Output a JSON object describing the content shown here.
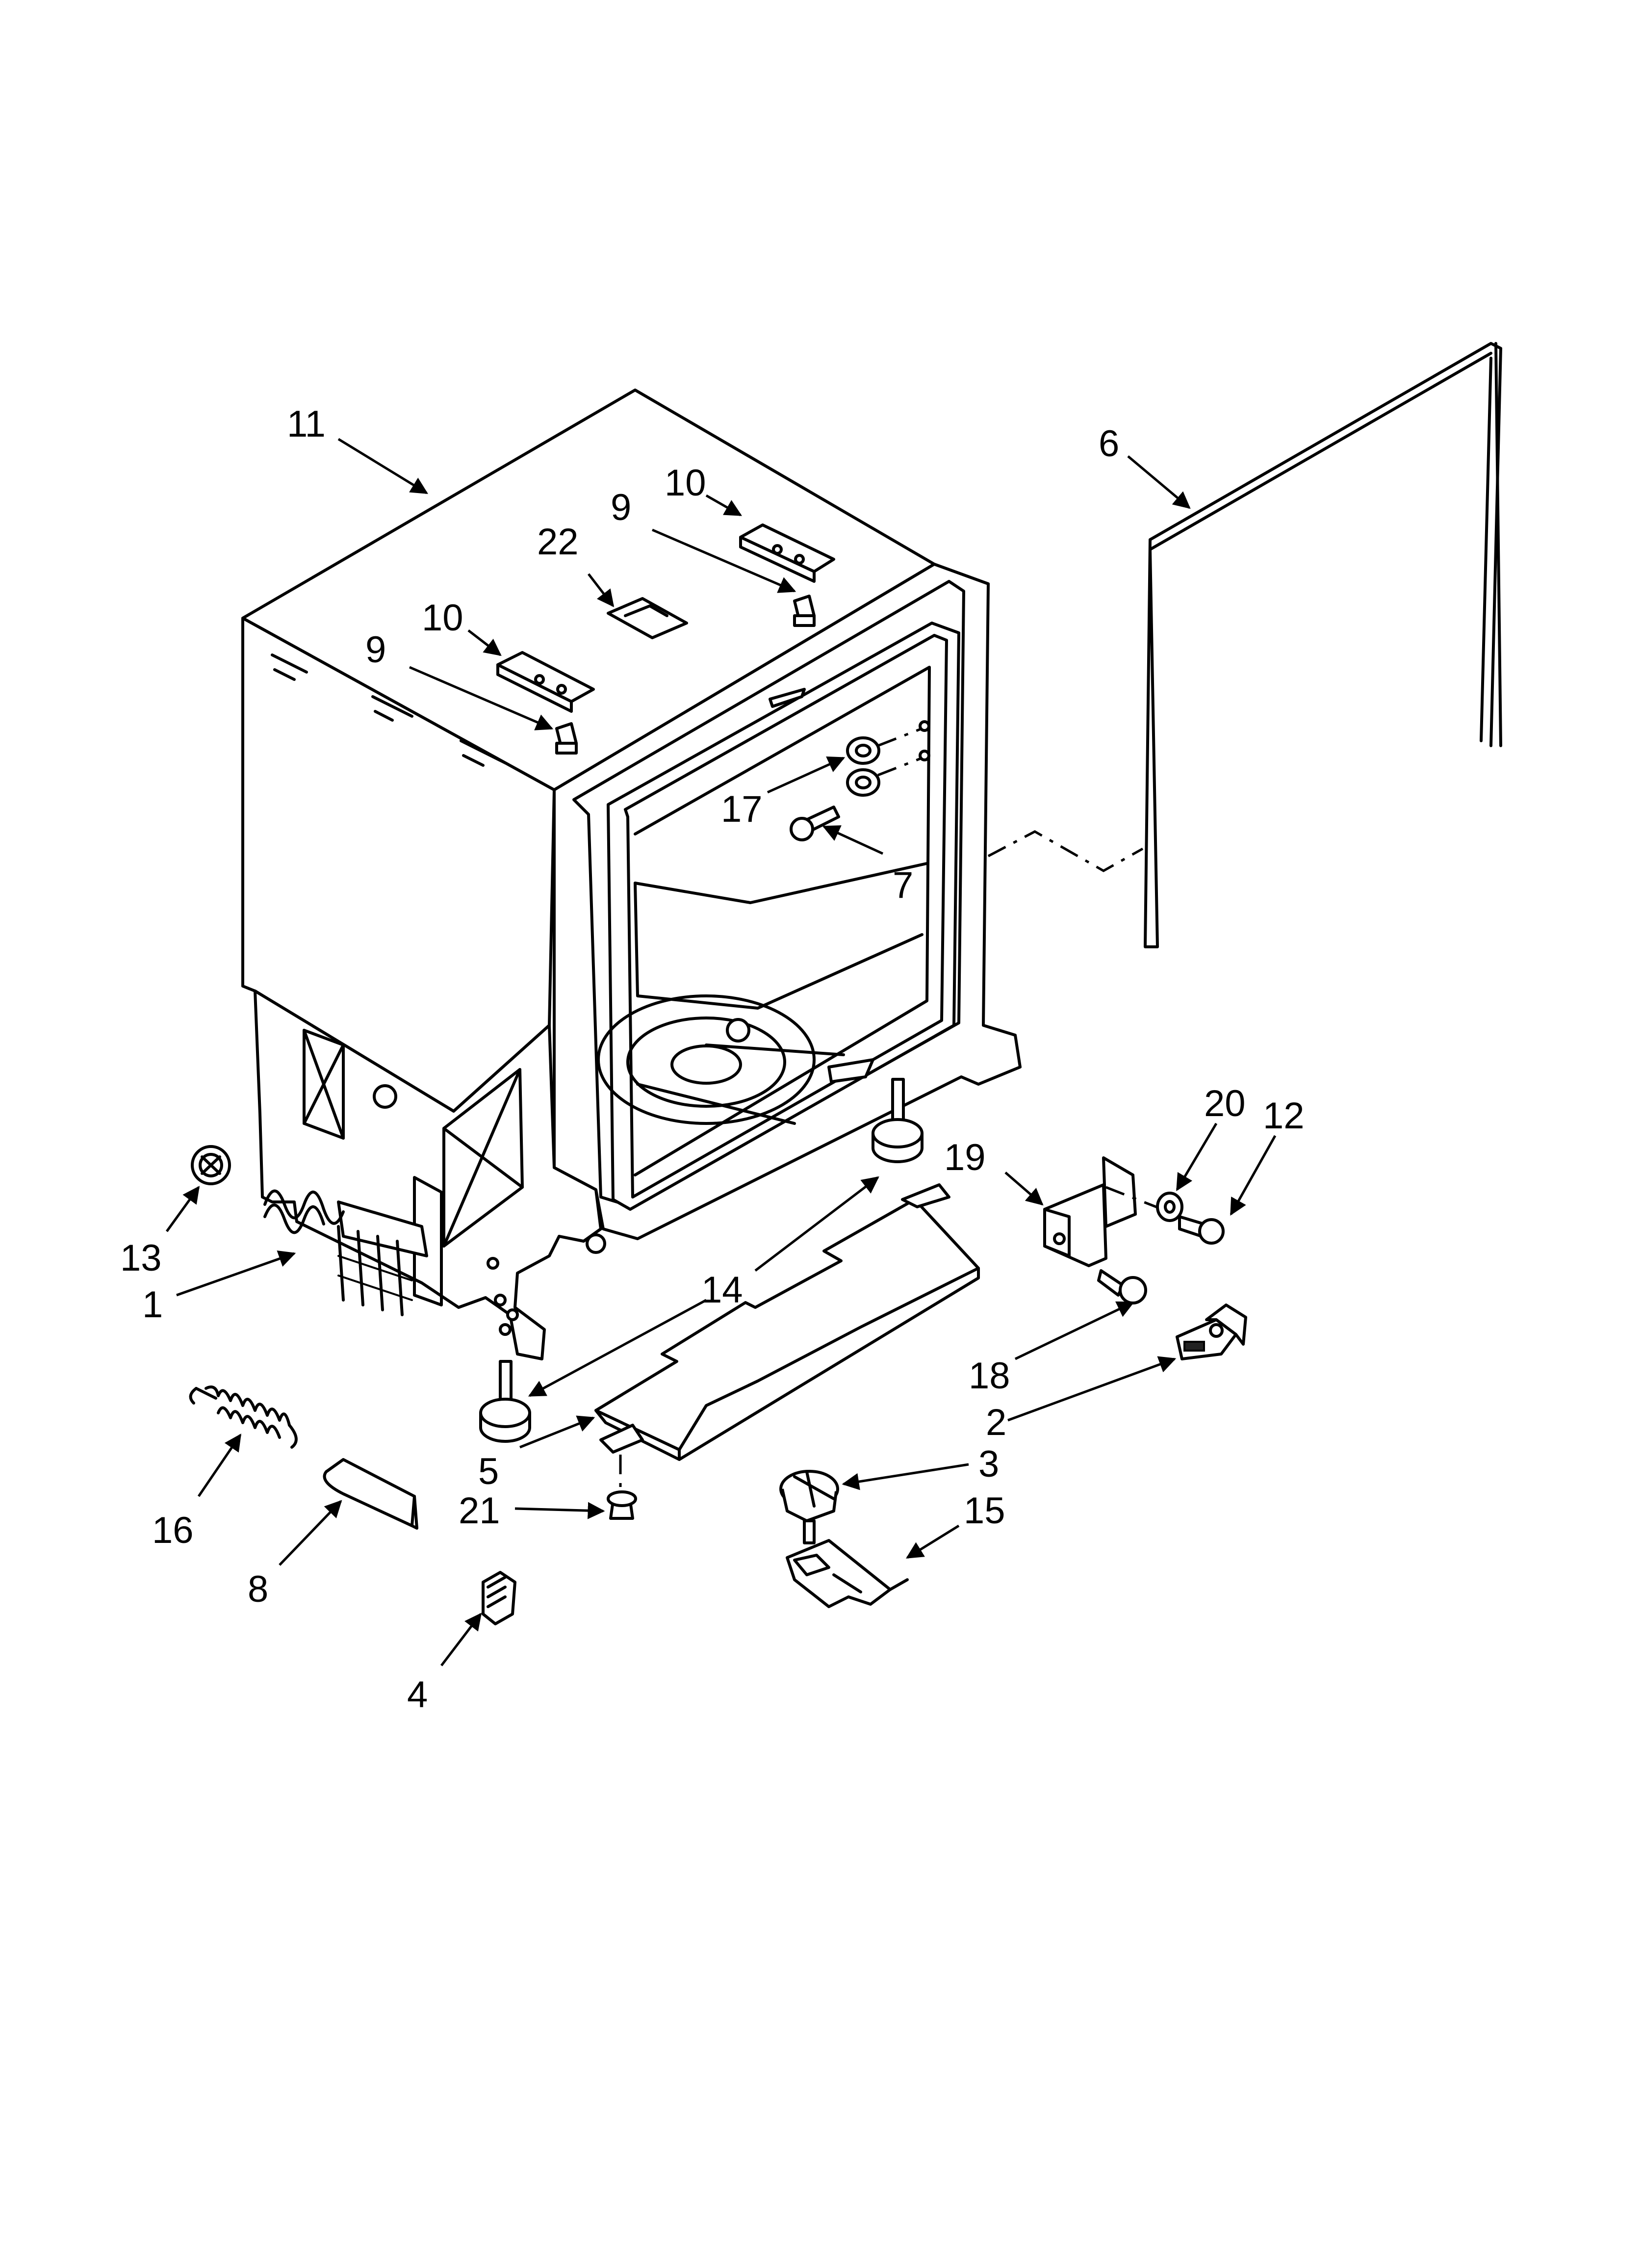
{
  "callouts": [
    {
      "label": "11"
    },
    {
      "label": "10"
    },
    {
      "label": "9"
    },
    {
      "label": "22"
    },
    {
      "label": "10"
    },
    {
      "label": "9"
    },
    {
      "label": "6"
    },
    {
      "label": "17"
    },
    {
      "label": "7"
    },
    {
      "label": "20"
    },
    {
      "label": "12"
    },
    {
      "label": "19"
    },
    {
      "label": "13"
    },
    {
      "label": "1"
    },
    {
      "label": "14"
    },
    {
      "label": "18"
    },
    {
      "label": "2"
    },
    {
      "label": "5"
    },
    {
      "label": "3"
    },
    {
      "label": "16"
    },
    {
      "label": "21"
    },
    {
      "label": "15"
    },
    {
      "label": "8"
    },
    {
      "label": "4"
    }
  ]
}
